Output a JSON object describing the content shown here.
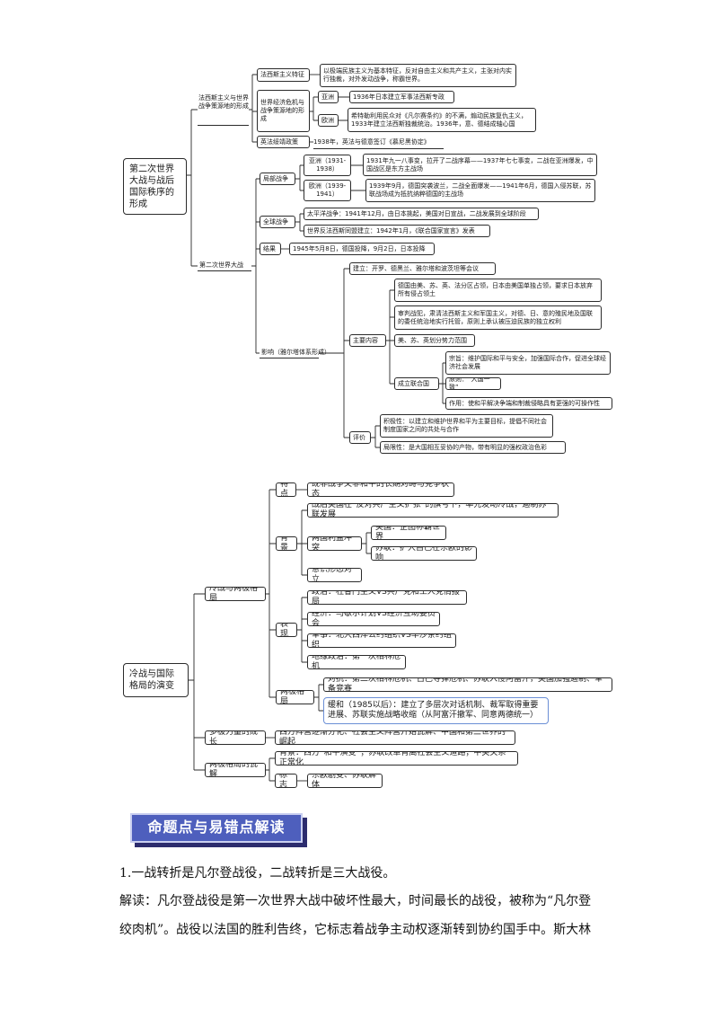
{
  "mindmap1": {
    "root": "第二次世界大战与战后国际秩序的形成",
    "origin": "法西斯主义与世界战争策源地的形成",
    "fascism_feature": "法西斯主义特征",
    "fascism_feature_text": "以极端民族主义为基本特征，反对自由主义和共产主义，主张对内实行独裁，对外发动战争，称霸世界。",
    "crisis": "世界经济危机与战争策源地的形成",
    "asia": "亚洲",
    "asia_text": "1936年日本建立军事法西斯专政",
    "europe": "欧洲",
    "europe_text": "希特勒利用民众对《凡尔赛条约》的不满，煽动民族复仇主义，1933年建立法西斯独裁统治。1936年，意、德结成轴心国",
    "appeasement": "英法绥靖政策",
    "appeasement_text": "1938年，英法与德意签订《慕尼黑协定》",
    "ww2": "第二次世界大战",
    "local_war": "局部战争",
    "asia_war": "亚洲（1931-1938）",
    "asia_war_text": "1931年九一八事变，拉开了二战序幕——1937年七七事变，二战在亚洲爆发，中国战区是东方主战场",
    "europe_war": "欧洲（1939-1941）",
    "europe_war_text": "1939年9月，德国突袭波兰，二战全面爆发——1941年6月，德国入侵苏联，苏联战场成为抵抗纳粹德国的主战场",
    "global_war": "全球战争",
    "pacific_text": "太平洋战争：1941年12月，由日本挑起，美国对日宣战，二战发展到全球阶段",
    "alliance_text": "世界反法西斯同盟建立：1942年1月，《联合国家宣言》发表",
    "result": "结果",
    "result_text": "1945年5月8日，德国投降，9月2日，日本投降",
    "influence": "影响（雅尔塔体系形成）",
    "establish": "建立：开罗、德黑兰、雅尔塔和波茨坦等会议",
    "main_content": "主要内容",
    "mc1": "德国由美、苏、英、法分区占领，日本由美国单独占领，要求日本放弃所有侵占领土",
    "mc2": "审判战犯，肃清法西斯主义和军国主义，对德、日、意的殖民地及国联的委任统治地实行托管，原则上承认被压迫民族的独立权利",
    "mc3": "美、苏、英划分势力范围",
    "un": "成立联合国",
    "un1": "宗旨：维护国际和平与安全，加强国际合作，促进全球经济社会发展",
    "un2": "原则：“大国一致”",
    "un3": "作用：使和平解决争端和制裁侵略具有更强的可操作性",
    "evaluation": "评价",
    "ev1": "积极性：以建立和维护世界和平为主要目标，提倡不同社会制度国家之间的共处与合作",
    "ev2": "局限性：是大国相互妥协的产物，带有明显的强权政治色彩"
  },
  "mindmap2": {
    "root": "冷战与国际格局的演变",
    "coldwar": "冷战与两极格局",
    "feature": "特点",
    "feature_text": "既非战争又非和平的长期对峙与竞争状态",
    "background": "背景",
    "bg1": "战后美国在“反对共产主义扩张”的旗号下，率先发动冷战，遏制苏联发展",
    "bg2": "两国利益冲突",
    "bg2a": "美国：企图称霸世界",
    "bg2b": "苏联：扩大自己在东欧的影响",
    "bg3": "意识形态对立",
    "manifest": "表现",
    "m1": "政治：杜鲁门主义VS共产党和工人党情报局",
    "m2": "经济：马歇尔计划VS经济互助委员会",
    "m3": "军事：北大西洋公约组织VS华沙条约组织",
    "m4": "地缘政治：第一次柏林危机",
    "bipolar": "两极格局",
    "bp1": "对抗：第二次柏林危机、古巴导弹危机、苏联入侵阿富汗，美国加强遏制、军备竞赛",
    "bp2": "缓和（1985以后）：建立了多层次对话机制、裁军取得重要进展、苏联实施战略收缩（从阿富汗撤军、同意两德统一）",
    "multipolar": "多极力量的成长",
    "multipolar_text": "西方阵营逐渐分化、社会主义阵营开始瓦解、中国和第三世界的崛起",
    "collapse": "两极格局的瓦解",
    "collapse_bg": "背景：西方“和平演变”；苏联改革背离社会主义道路；中美关系正常化",
    "sign": "标志",
    "sign_text": "东欧剧变、苏联解体"
  },
  "section": {
    "banner": "命题点与易错点解读",
    "line1": "1.一战转折是凡尔登战役，二战转折是三大战役。",
    "line2": "解读：凡尔登战役是第一次世界大战中破坏性最大，时间最长的战役，被称为“凡尔登",
    "line3": "绞肉机”。战役以法国的胜利告终，它标志着战争主动权逐渐转到协约国手中。斯大林"
  }
}
